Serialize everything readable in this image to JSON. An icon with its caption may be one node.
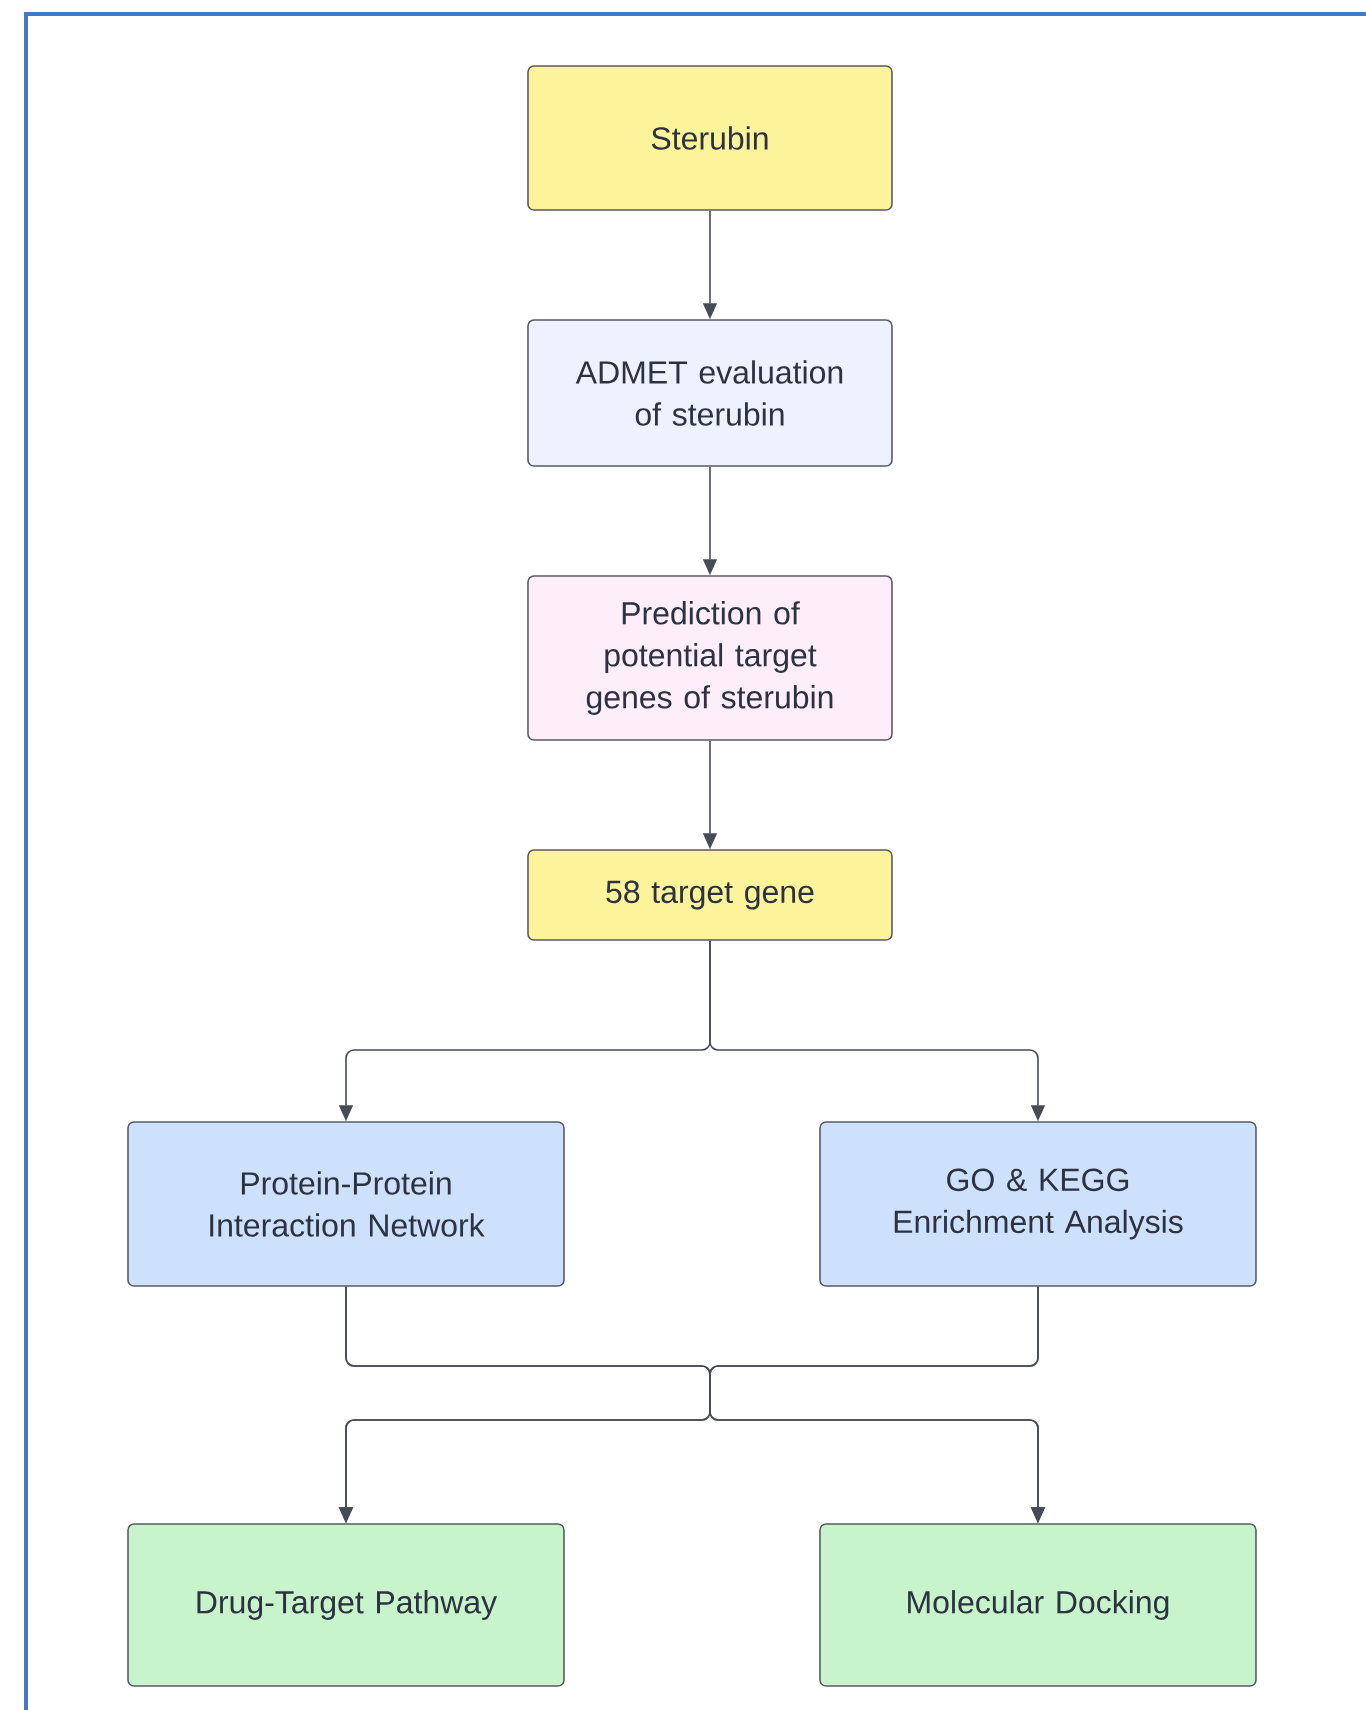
{
  "diagram": {
    "nodes": [
      {
        "text": [
          "Sterubin"
        ]
      },
      {
        "text": [
          "ADMET evaluation of sterubin"
        ]
      },
      {
        "text": [
          "Prediction of potential target genes of sterubin"
        ]
      },
      {
        "text": [
          "58 target gene"
        ]
      },
      {
        "text": [
          "Protein-Protein Interaction Network"
        ]
      },
      {
        "text": [
          "GO & KEGG Enrichment Analysis"
        ]
      },
      {
        "text": [
          "Drug-Target Pathway"
        ]
      },
      {
        "text": [
          "Molecular Docking"
        ]
      }
    ],
    "edges": [
      {
        "from": 0,
        "to": 1,
        "arrow": "to"
      },
      {
        "from": 1,
        "to": 2,
        "arrow": "to"
      },
      {
        "from": 2,
        "to": 3,
        "arrow": "to"
      },
      {
        "from": 3,
        "to": 4,
        "arrow": "to"
      },
      {
        "from": 3,
        "to": 5,
        "arrow": "to"
      },
      {
        "from": 4,
        "to": 6,
        "arrow": "to"
      },
      {
        "from": 4,
        "to": 7,
        "arrow": "to"
      },
      {
        "from": 5,
        "to": 6,
        "arrow": "to"
      },
      {
        "from": 5,
        "to": 7,
        "arrow": "to"
      }
    ]
  }
}
